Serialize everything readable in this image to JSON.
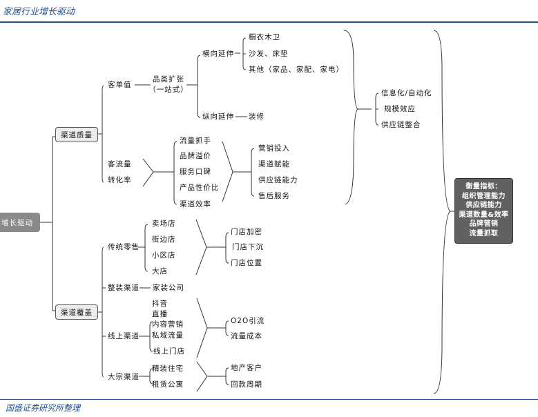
{
  "header": {
    "title": "家居行业增长驱动"
  },
  "footer": {
    "source": "国盛证券研究所整理"
  },
  "root": {
    "label": "增长驱动"
  },
  "quality": {
    "label": "渠道质量",
    "unit_value": {
      "label": "客单值",
      "expansion": {
        "line1": "品类扩张",
        "line2": "（一站式）"
      },
      "horizontal": {
        "label": "横向延伸",
        "items": [
          "橱衣木卫",
          "沙发、床垫",
          "其他（家品、家配、家电）"
        ]
      },
      "vertical": {
        "label": "纵向延伸",
        "item": "装修"
      },
      "results": [
        "信息化/自动化",
        "规模效应",
        "供应链整合"
      ]
    },
    "traffic": {
      "label1": "客流量",
      "label2": "转化率",
      "factors": [
        "流量抓手",
        "品牌溢价",
        "服务口碑",
        "产品性价比",
        "渠道效率"
      ],
      "results": [
        "营销投入",
        "渠道赋能",
        "供应链能力",
        "售后服务"
      ]
    }
  },
  "coverage": {
    "label": "渠道覆盖",
    "retail": {
      "label": "传统零售",
      "items": [
        "卖场店",
        "街边店",
        "小区店",
        "大店"
      ],
      "results": [
        "门店加密",
        "门店下沉",
        "门店位置"
      ]
    },
    "decor": {
      "label": "整装渠道",
      "item": "家装公司"
    },
    "online": {
      "label": "线上渠道",
      "items": [
        "抖音",
        "直播",
        "内容营销",
        "私域流量",
        "线上门店"
      ],
      "results": [
        "O2O引流",
        "流量成本"
      ]
    },
    "bulk": {
      "label": "大宗渠道",
      "items": [
        "精装住宅",
        "租赁公寓"
      ],
      "results": [
        "地产客户",
        "回款周期"
      ]
    }
  },
  "metrics": {
    "title": "衡量指标：",
    "items": [
      "组织管理能力",
      "供应链能力",
      "渠道数量&效率",
      "品牌营销",
      "流量抓取"
    ]
  }
}
